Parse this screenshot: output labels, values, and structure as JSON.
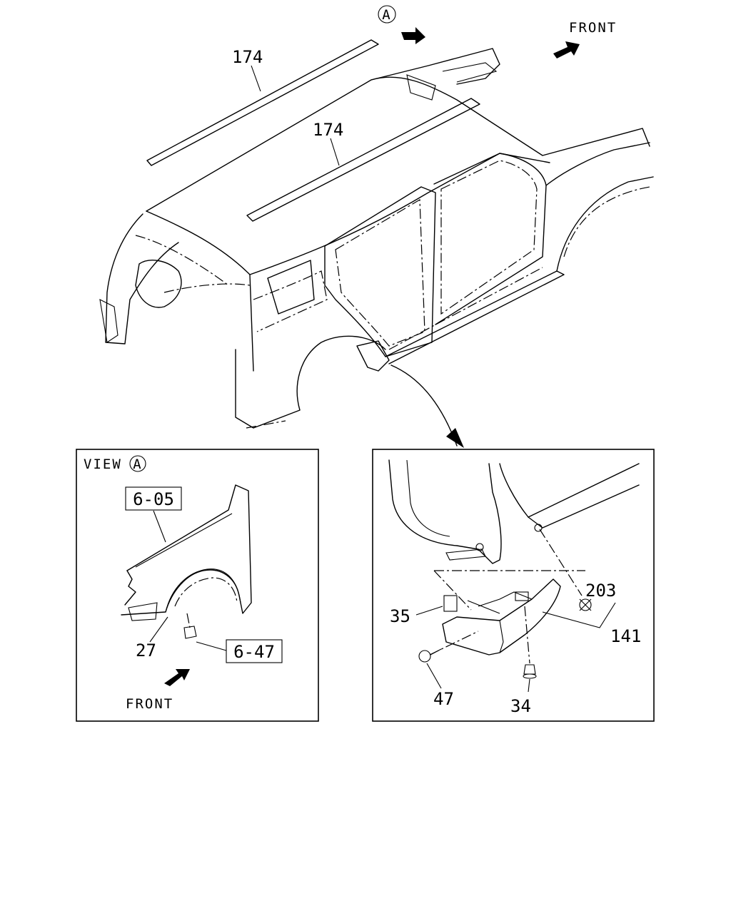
{
  "top": {
    "view_marker": "A",
    "front_label": "FRONT",
    "callouts": [
      "174",
      "174"
    ]
  },
  "view_a_panel": {
    "title": "VIEW",
    "title_marker": "A",
    "ref_boxes": [
      "6-05",
      "6-47"
    ],
    "callouts": [
      "27"
    ],
    "front_label": "FRONT"
  },
  "detail_panel": {
    "callouts": [
      "35",
      "203",
      "141",
      "47",
      "34"
    ]
  },
  "icons": [
    "front-arrow-icon",
    "view-a-circle-icon",
    "leader-arrow-icon"
  ]
}
